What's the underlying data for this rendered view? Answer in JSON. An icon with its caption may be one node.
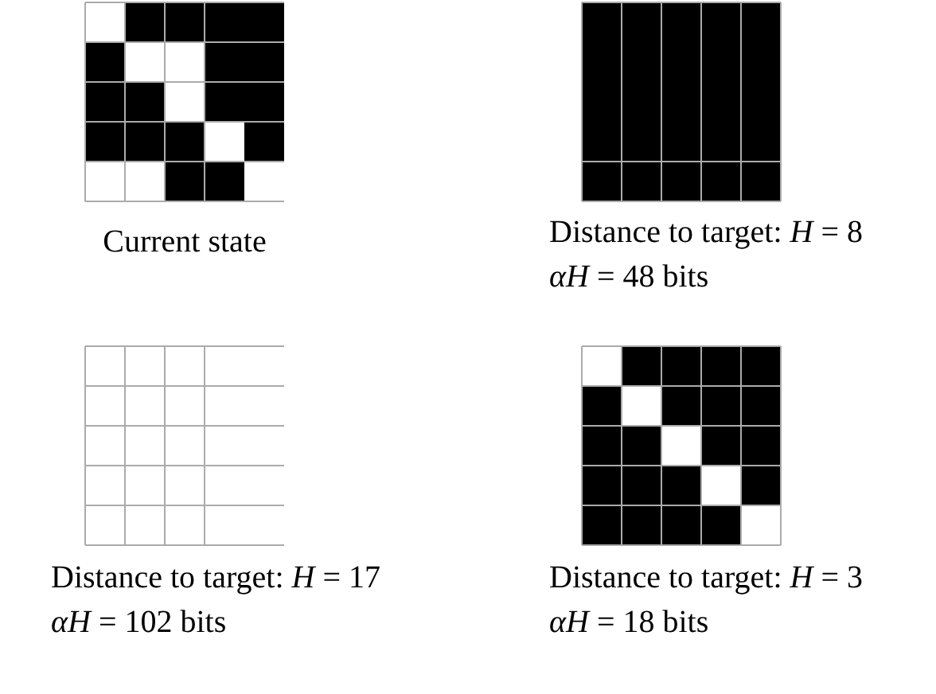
{
  "diagram": {
    "labels": [
      "Current state",
      "Distance to target: *H* = 8",
      "*αH* = 48 bits",
      "Distance to target: *H* = 17",
      "*αH* = 102 bits",
      "Distance to target: *H* = 3",
      "*αH* = 18 bits"
    ]
  }
}
